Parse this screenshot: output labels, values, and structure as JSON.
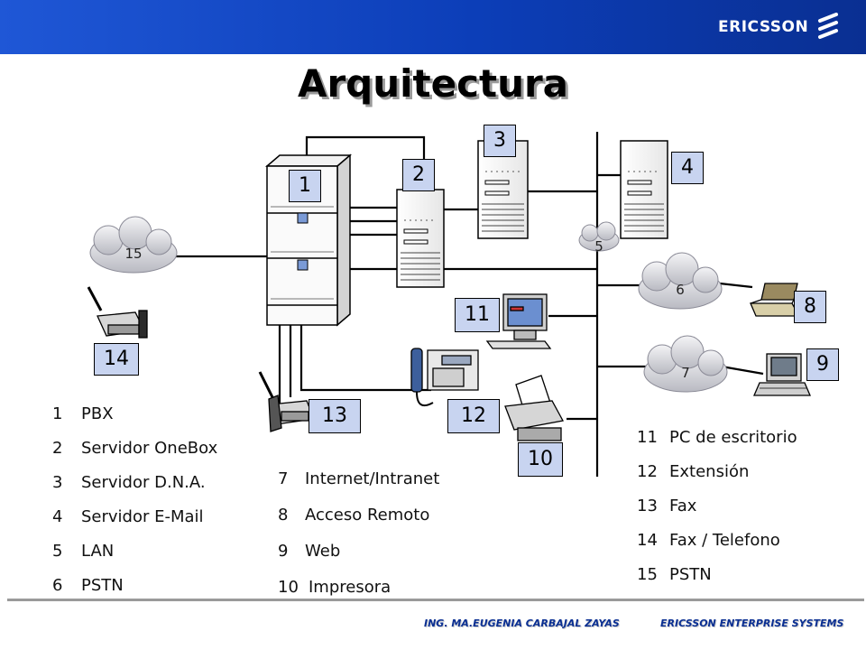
{
  "header": {
    "brand": "ERICSSON",
    "brand_color": "#0c3eb8"
  },
  "title": "Arquitectura",
  "badges": {
    "b1": "1",
    "b2": "2",
    "b3": "3",
    "b4": "4",
    "b8": "8",
    "b9": "9",
    "b10": "10",
    "b11": "11",
    "b12": "12",
    "b13": "13",
    "b14": "14"
  },
  "clouds": {
    "c15": "15",
    "c5": "5",
    "c6": "6",
    "c7": "7"
  },
  "legend_left": [
    {
      "n": "1",
      "label": "PBX"
    },
    {
      "n": "2",
      "label": "Servidor OneBox"
    },
    {
      "n": "3",
      "label": "Servidor D.N.A."
    },
    {
      "n": "4",
      "label": "Servidor E-Mail"
    },
    {
      "n": "5",
      "label": "LAN"
    },
    {
      "n": "6",
      "label": "PSTN"
    }
  ],
  "legend_mid": [
    {
      "n": "7",
      "label": "Internet/Intranet"
    },
    {
      "n": "8",
      "label": "Acceso Remoto"
    },
    {
      "n": "9",
      "label": "Web"
    },
    {
      "n": "10",
      "label": "Impresora"
    }
  ],
  "legend_right": [
    {
      "n": "11",
      "label": "PC de escritorio"
    },
    {
      "n": "12",
      "label": "Extensión"
    },
    {
      "n": "13",
      "label": "Fax"
    },
    {
      "n": "14",
      "label": "Fax / Telefono"
    },
    {
      "n": "15",
      "label": "PSTN"
    }
  ],
  "footer": {
    "author": "ING. MA.EUGENIA CARBAJAL ZAYAS",
    "company": "ERICSSON ENTERPRISE SYSTEMS"
  },
  "colors": {
    "badge_bg": "#c8d4f0",
    "header_blue": "#0c3eb8",
    "footer_blue": "#0a2f92"
  }
}
